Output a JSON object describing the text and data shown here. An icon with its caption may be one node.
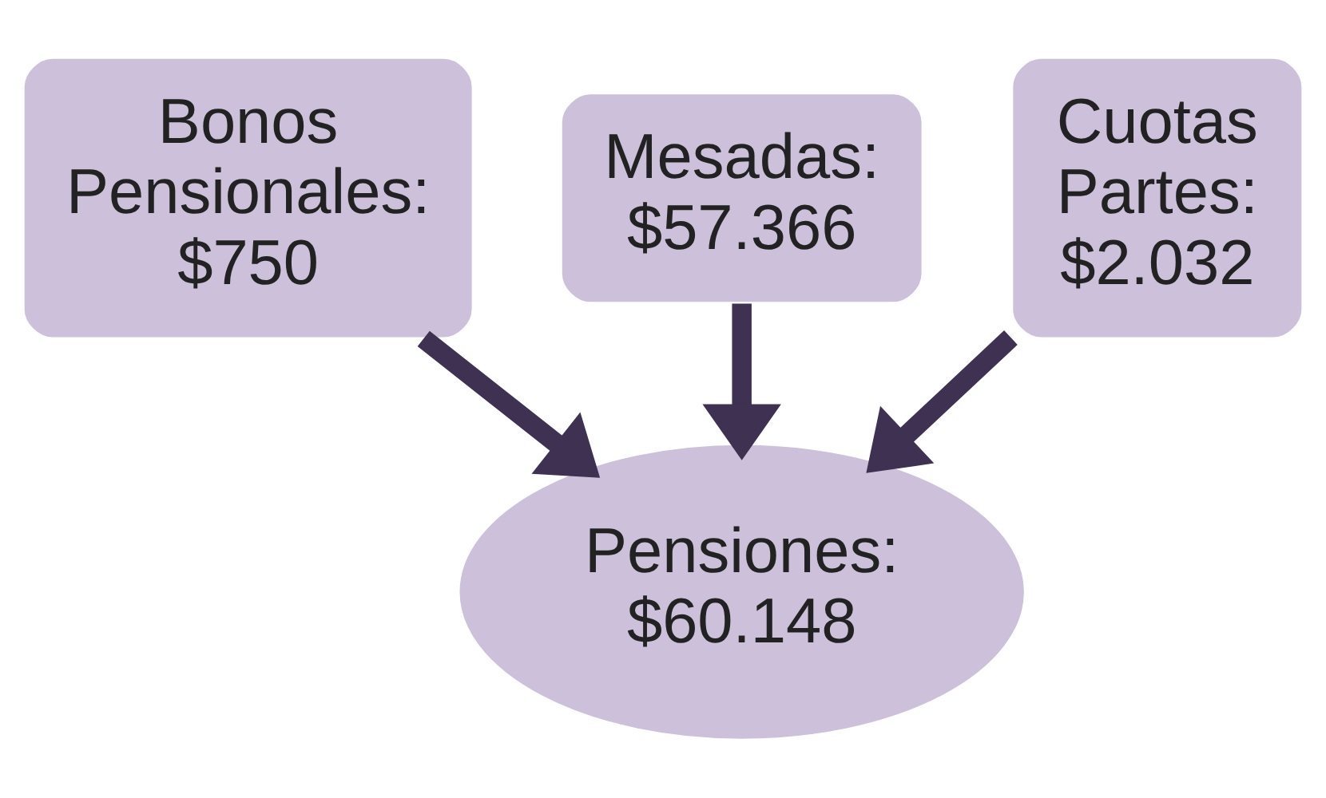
{
  "diagram": {
    "nodes": [
      {
        "text": [
          "Bonos Pensionales: $750"
        ]
      },
      {
        "text": [
          "Mesadas: $57.366"
        ]
      },
      {
        "text": [
          "Cuotas Partes: $2.032"
        ]
      },
      {
        "text": [
          "Pensiones: $60.148"
        ]
      }
    ],
    "edges": [
      {
        "from": 1,
        "to": 3,
        "arrow": "to"
      },
      {
        "from": 0,
        "to": 3,
        "arrow": "to"
      },
      {
        "from": 2,
        "to": 3,
        "arrow": "to"
      }
    ]
  }
}
